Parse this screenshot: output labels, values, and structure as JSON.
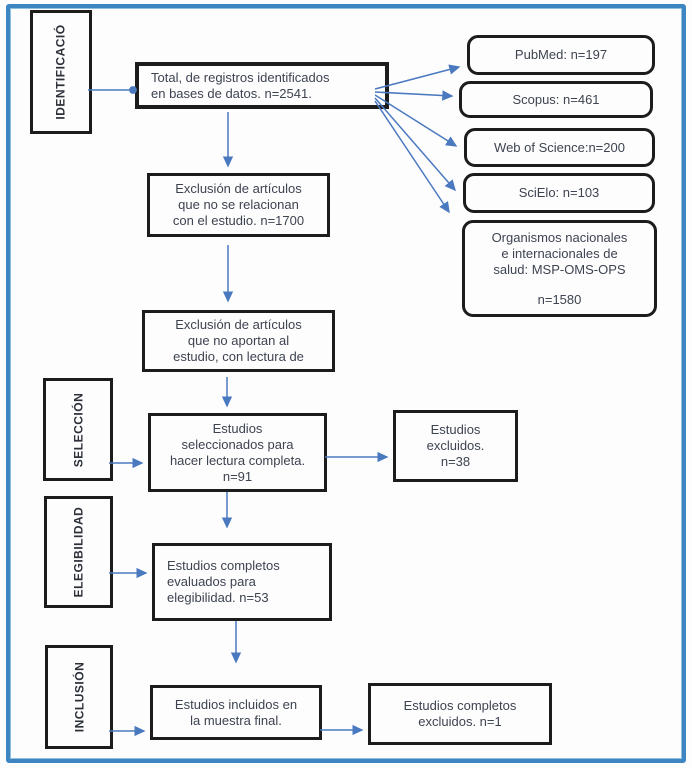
{
  "stages": {
    "identification": "IDENTIFICACIÓ",
    "selection": "SELECCIÓN",
    "eligibility": "ELEGIBILIDAD",
    "inclusion": "INCLUSIÓN"
  },
  "flow": {
    "total": {
      "lines": [
        "Total, de registros identificados",
        "en bases de datos. n=2541."
      ]
    },
    "exclusion_unrelated": {
      "lines": [
        "Exclusión de artículos",
        "que no se relacionan",
        "con el estudio. n=1700"
      ]
    },
    "exclusion_no_contribution": {
      "lines": [
        "Exclusión de artículos",
        "que no aportan al",
        "estudio, con lectura de"
      ]
    },
    "selected": {
      "lines": [
        "Estudios",
        "seleccionados para",
        "hacer lectura completa.",
        "n=91"
      ]
    },
    "excluded_38": {
      "lines": [
        "Estudios",
        "excluidos.",
        "n=38"
      ]
    },
    "eligibility": {
      "lines": [
        "Estudios completos",
        "evaluados para",
        "elegibilidad. n=53"
      ]
    },
    "included": {
      "lines": [
        "Estudios incluidos en",
        "la muestra final."
      ]
    },
    "excluded_complete": {
      "lines": [
        "Estudios completos",
        "excluidos. n=1"
      ]
    }
  },
  "sources": {
    "pubmed": "PubMed: n=197",
    "scopus": "Scopus: n=461",
    "web_of_science": "Web of Science:n=200",
    "scielo": "SciElo: n=103",
    "organisms": {
      "lines": [
        "Organismos nacionales",
        "e internacionales de",
        "salud: MSP-OMS-OPS"
      ],
      "count": "n=1580"
    }
  },
  "colors": {
    "arrow": "#4b79c0",
    "frame": "#3e86c2",
    "box_border": "#1c1c1c",
    "text": "#3d4350"
  }
}
